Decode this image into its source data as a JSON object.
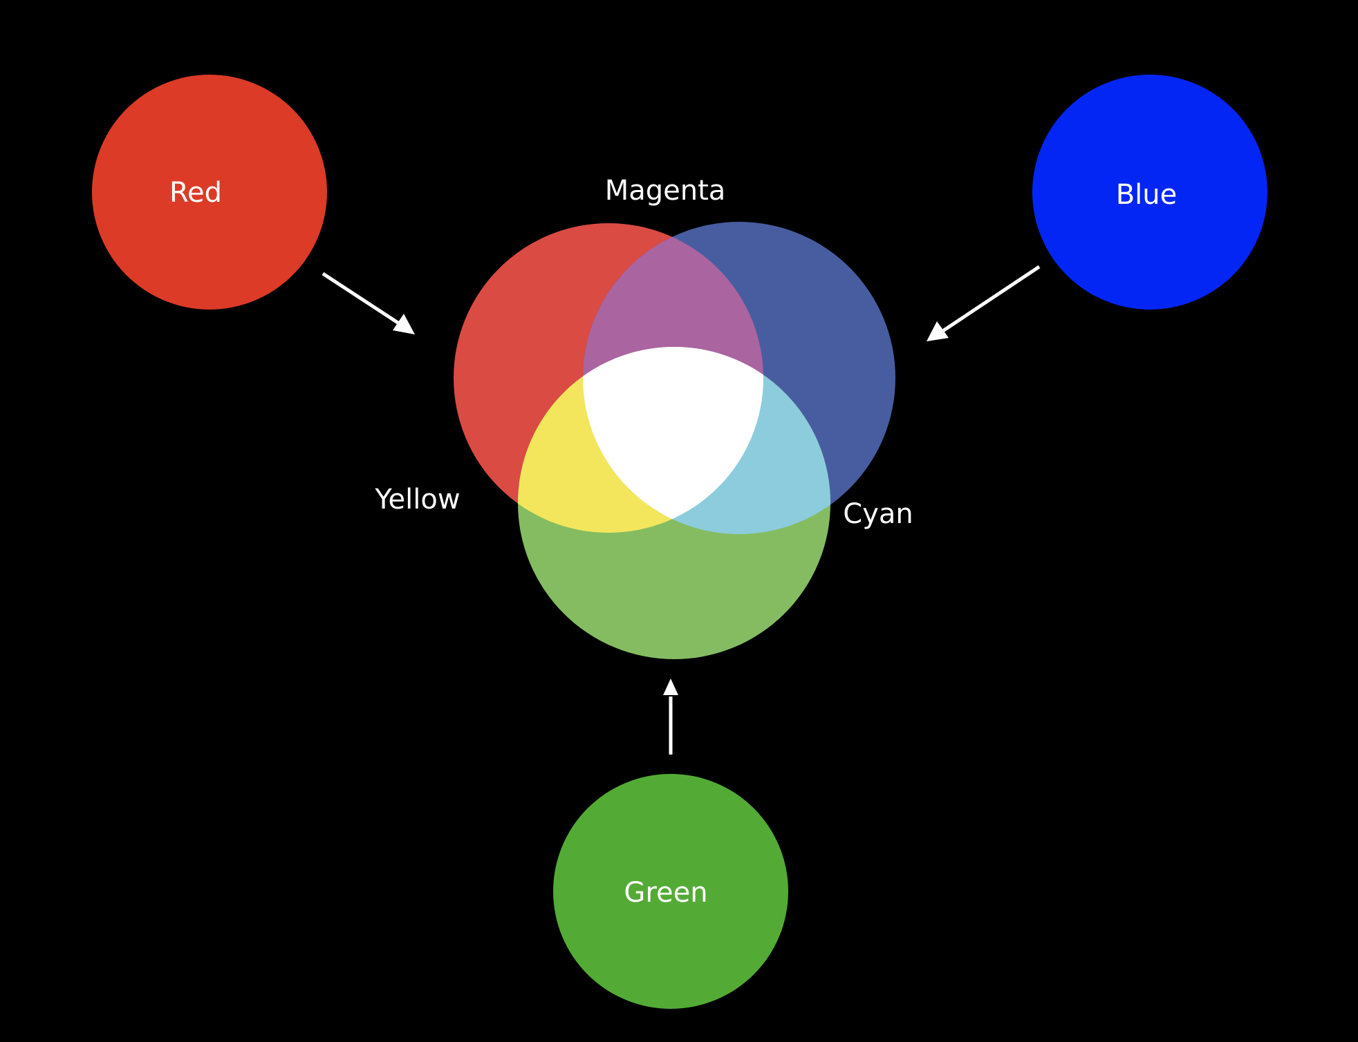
{
  "diagram": {
    "background": "#000000",
    "sources": [
      {
        "key": "red",
        "label": "Red",
        "color": "#dc3b27"
      },
      {
        "key": "blue",
        "label": "Blue",
        "color": "#0326f5"
      },
      {
        "key": "green",
        "label": "Green",
        "color": "#53ab36"
      }
    ],
    "mix_circles": [
      {
        "key": "red",
        "color": "#da4b44"
      },
      {
        "key": "blue",
        "color": "#485da0"
      },
      {
        "key": "green",
        "color": "#85bc62"
      }
    ],
    "overlaps": [
      {
        "key": "magenta",
        "label": "Magenta",
        "color": "#aa64a0"
      },
      {
        "key": "yellow",
        "label": "Yellow",
        "color": "#f4e65c"
      },
      {
        "key": "cyan",
        "label": "Cyan",
        "color": "#8dccdc"
      },
      {
        "key": "white",
        "label": "",
        "color": "#ffffff"
      }
    ],
    "arrow_color": "#ffffff"
  }
}
